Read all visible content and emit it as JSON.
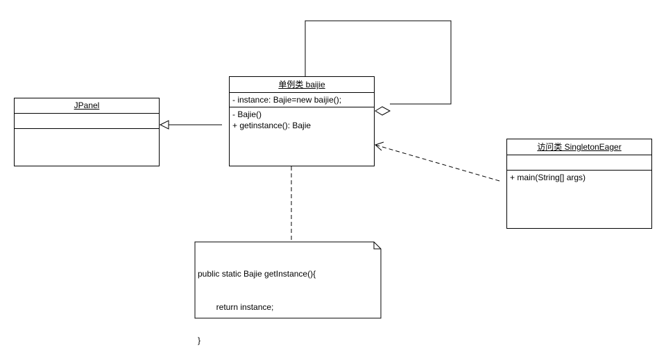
{
  "classes": {
    "jpanel": {
      "name": "JPanel"
    },
    "baijie": {
      "name": "单例类 baijie",
      "attributes": [
        "- instance: Bajie=new baijie();"
      ],
      "operations": [
        "- Bajie()",
        "+ getinstance(): Bajie"
      ]
    },
    "singleton_eager": {
      "name": "访问类 SingletonEager",
      "operations": [
        "+ main(String[] args)"
      ]
    }
  },
  "note": {
    "lines": [
      "public static Bajie getInstance(){",
      "        return instance;",
      "}"
    ]
  }
}
